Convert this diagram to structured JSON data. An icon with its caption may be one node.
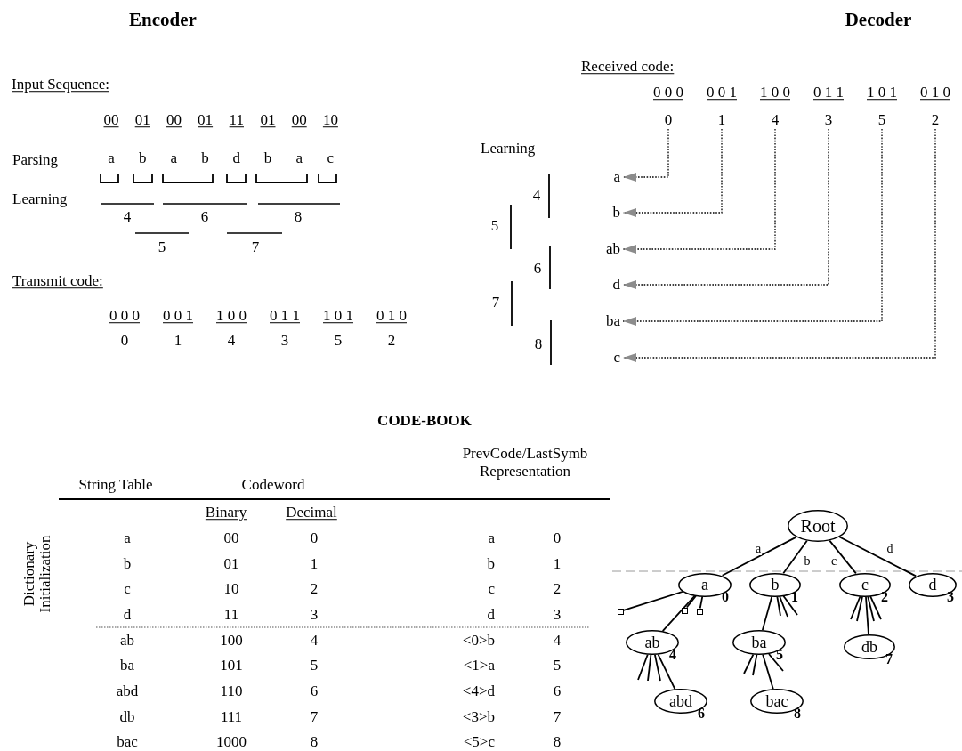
{
  "diagram": {
    "nodes": [
      {
        "text": [
          "0"
        ]
      },
      {
        "text": [
          "1"
        ]
      },
      {
        "text": [
          "4"
        ]
      },
      {
        "text": [
          "3"
        ]
      },
      {
        "text": [
          "5"
        ]
      },
      {
        "text": [
          "2"
        ]
      },
      {
        "text": [
          "a"
        ]
      },
      {
        "text": [
          "b"
        ]
      },
      {
        "text": [
          "ab"
        ]
      },
      {
        "text": [
          "d"
        ]
      },
      {
        "text": [
          "ba"
        ]
      },
      {
        "text": [
          "c"
        ]
      },
      {
        "text": [
          "Root"
        ]
      },
      {
        "text": [
          "a"
        ],
        "beside": [
          "0"
        ]
      },
      {
        "text": [
          "b"
        ],
        "beside": [
          "1"
        ]
      },
      {
        "text": [
          "c"
        ],
        "beside": [
          "2"
        ]
      },
      {
        "text": [
          "d"
        ],
        "beside": [
          "3"
        ]
      },
      {
        "text": [],
        "shape": "box"
      },
      {
        "text": [
          "ab"
        ],
        "beside": [
          "4"
        ]
      },
      {
        "text": [],
        "shape": "box"
      },
      {
        "text": [],
        "shape": "box"
      },
      {
        "text": [
          "ba"
        ],
        "beside": [
          "5"
        ]
      },
      {
        "text": [
          "db"
        ],
        "beside": [
          "7"
        ]
      },
      {
        "text": [
          "abd"
        ],
        "beside": [
          "6"
        ]
      },
      {
        "text": [
          "bac"
        ],
        "beside": [
          "8"
        ]
      }
    ],
    "edges": [
      {
        "from": 0,
        "to": 6,
        "arrow": "to",
        "style": "dashed"
      },
      {
        "from": 1,
        "to": 7,
        "arrow": "to",
        "style": "dashed"
      },
      {
        "from": 2,
        "to": 8,
        "arrow": "to",
        "style": "dashed"
      },
      {
        "from": 3,
        "to": 9,
        "arrow": "to",
        "style": "dashed"
      },
      {
        "from": 4,
        "to": 10,
        "arrow": "to",
        "style": "dashed"
      },
      {
        "from": 5,
        "to": 11,
        "arrow": "to",
        "style": "dashed"
      },
      {
        "from": 12,
        "to": 13,
        "arrow": "none",
        "label": "a"
      },
      {
        "from": 12,
        "to": 14,
        "arrow": "none",
        "label": "b"
      },
      {
        "from": 12,
        "to": 15,
        "arrow": "none",
        "label": "c"
      },
      {
        "from": 12,
        "to": 16,
        "arrow": "none",
        "label": "d"
      },
      {
        "from": 13,
        "to": 17,
        "arrow": "none"
      },
      {
        "from": 13,
        "to": 18,
        "arrow": "none"
      },
      {
        "from": 13,
        "to": 19,
        "arrow": "none"
      },
      {
        "from": 13,
        "to": 20,
        "arrow": "none"
      },
      {
        "from": 14,
        "to": 21,
        "arrow": "none"
      },
      {
        "from": 15,
        "to": 22,
        "arrow": "none"
      },
      {
        "from": 18,
        "to": 23,
        "arrow": "none"
      },
      {
        "from": 21,
        "to": 24,
        "arrow": "none"
      },
      {
        "from": 18,
        "to": null,
        "arrow": "none"
      },
      {
        "from": 18,
        "to": null,
        "arrow": "none"
      },
      {
        "from": 18,
        "to": null,
        "arrow": "none"
      },
      {
        "from": 14,
        "to": null,
        "arrow": "none"
      },
      {
        "from": 14,
        "to": null,
        "arrow": "none"
      },
      {
        "from": 14,
        "to": null,
        "arrow": "none"
      },
      {
        "from": 21,
        "to": null,
        "arrow": "none"
      },
      {
        "from": 21,
        "to": null,
        "arrow": "none"
      },
      {
        "from": 21,
        "to": null,
        "arrow": "none"
      },
      {
        "from": 15,
        "to": null,
        "arrow": "none"
      },
      {
        "from": 15,
        "to": null,
        "arrow": "none"
      },
      {
        "from": 15,
        "to": null,
        "arrow": "none"
      },
      {
        "from": 15,
        "to": null,
        "arrow": "none"
      }
    ],
    "labels": [
      "Encoder",
      "Decoder",
      "Received code:",
      "0 0 0",
      "0 0 1",
      "1 0 0",
      "0 1 1",
      "1 0 1",
      "0 1 0",
      "Input Sequence:",
      "00",
      "01",
      "00",
      "01",
      "11",
      "01",
      "00",
      "10",
      "Parsing",
      "a",
      "b",
      "a",
      "b",
      "d",
      "b",
      "a",
      "c",
      "Learning",
      "4",
      "6",
      "8",
      "5",
      "7",
      "Transmit code:",
      "0 0 0",
      "0 0 1",
      "1 0 0",
      "0 1 1",
      "1 0 1",
      "0 1 0",
      "0",
      "1",
      "4",
      "3",
      "5",
      "2",
      "Learning",
      "4",
      "5",
      "6",
      "7",
      "8",
      "CODE-BOOK",
      "String Table",
      "Codeword",
      "PrevCode/LastSymb Representation",
      "Binary",
      "Decimal",
      "Dictionary Initialization",
      "a",
      "00",
      "0",
      "a",
      "0",
      "b",
      "01",
      "1",
      "b",
      "1",
      "c",
      "10",
      "2",
      "c",
      "2",
      "d",
      "11",
      "3",
      "d",
      "3",
      "ab",
      "100",
      "4",
      "<0>b",
      "4",
      "ba",
      "101",
      "5",
      "<1>a",
      "5",
      "abd",
      "110",
      "6",
      "<4>d",
      "6",
      "db",
      "111",
      "7",
      "<3>b",
      "7",
      "bac",
      "1000",
      "8",
      "<5>c",
      "8"
    ]
  }
}
